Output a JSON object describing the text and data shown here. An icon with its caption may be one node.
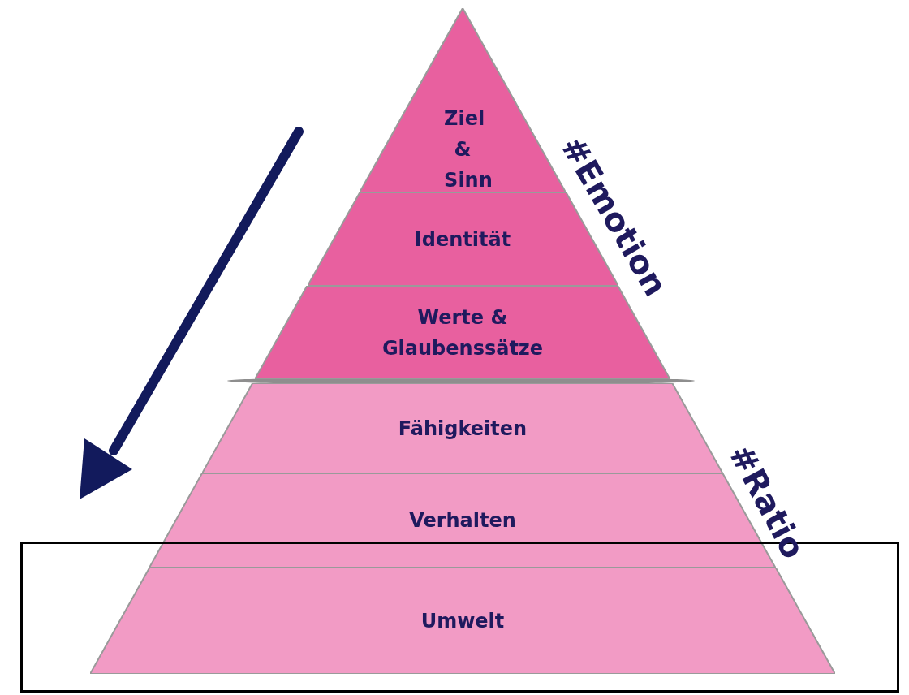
{
  "diagram": {
    "nodes": [
      {
        "text": [
          "Ziel & Sinn"
        ]
      },
      {
        "text": [
          "Identität"
        ]
      },
      {
        "text": [
          "Werte & Glaubenssätze"
        ]
      },
      {
        "text": [
          "Fähigkeiten"
        ]
      },
      {
        "text": [
          "Verhalten"
        ]
      },
      {
        "text": [],
        "shape": "box"
      },
      {
        "text": [
          "Umwelt"
        ],
        "in": 5
      }
    ],
    "edges": [],
    "labels": [
      "#Emotion",
      "#Ratio"
    ]
  }
}
